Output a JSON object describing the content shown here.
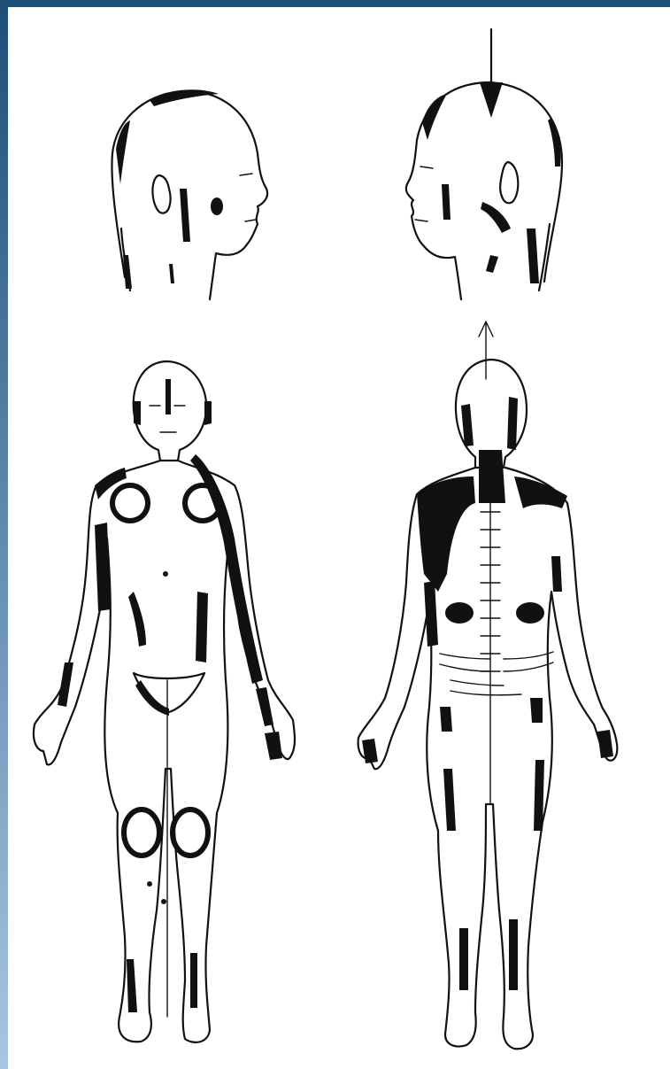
{
  "figure": {
    "views": [
      {
        "key": "head_left",
        "kind": "head",
        "facing": "right"
      },
      {
        "key": "head_right",
        "kind": "head",
        "facing": "left",
        "arrow": true
      },
      {
        "key": "body_front",
        "kind": "body",
        "side": "front"
      },
      {
        "key": "body_back",
        "kind": "body",
        "side": "back",
        "arrow": true
      }
    ]
  },
  "colors": {
    "background": "#ffffff",
    "ink": "#111111",
    "frame_top": "#1c4f78",
    "frame_left_top": "#1c4f78",
    "frame_left_bottom": "#a9c6e2"
  }
}
